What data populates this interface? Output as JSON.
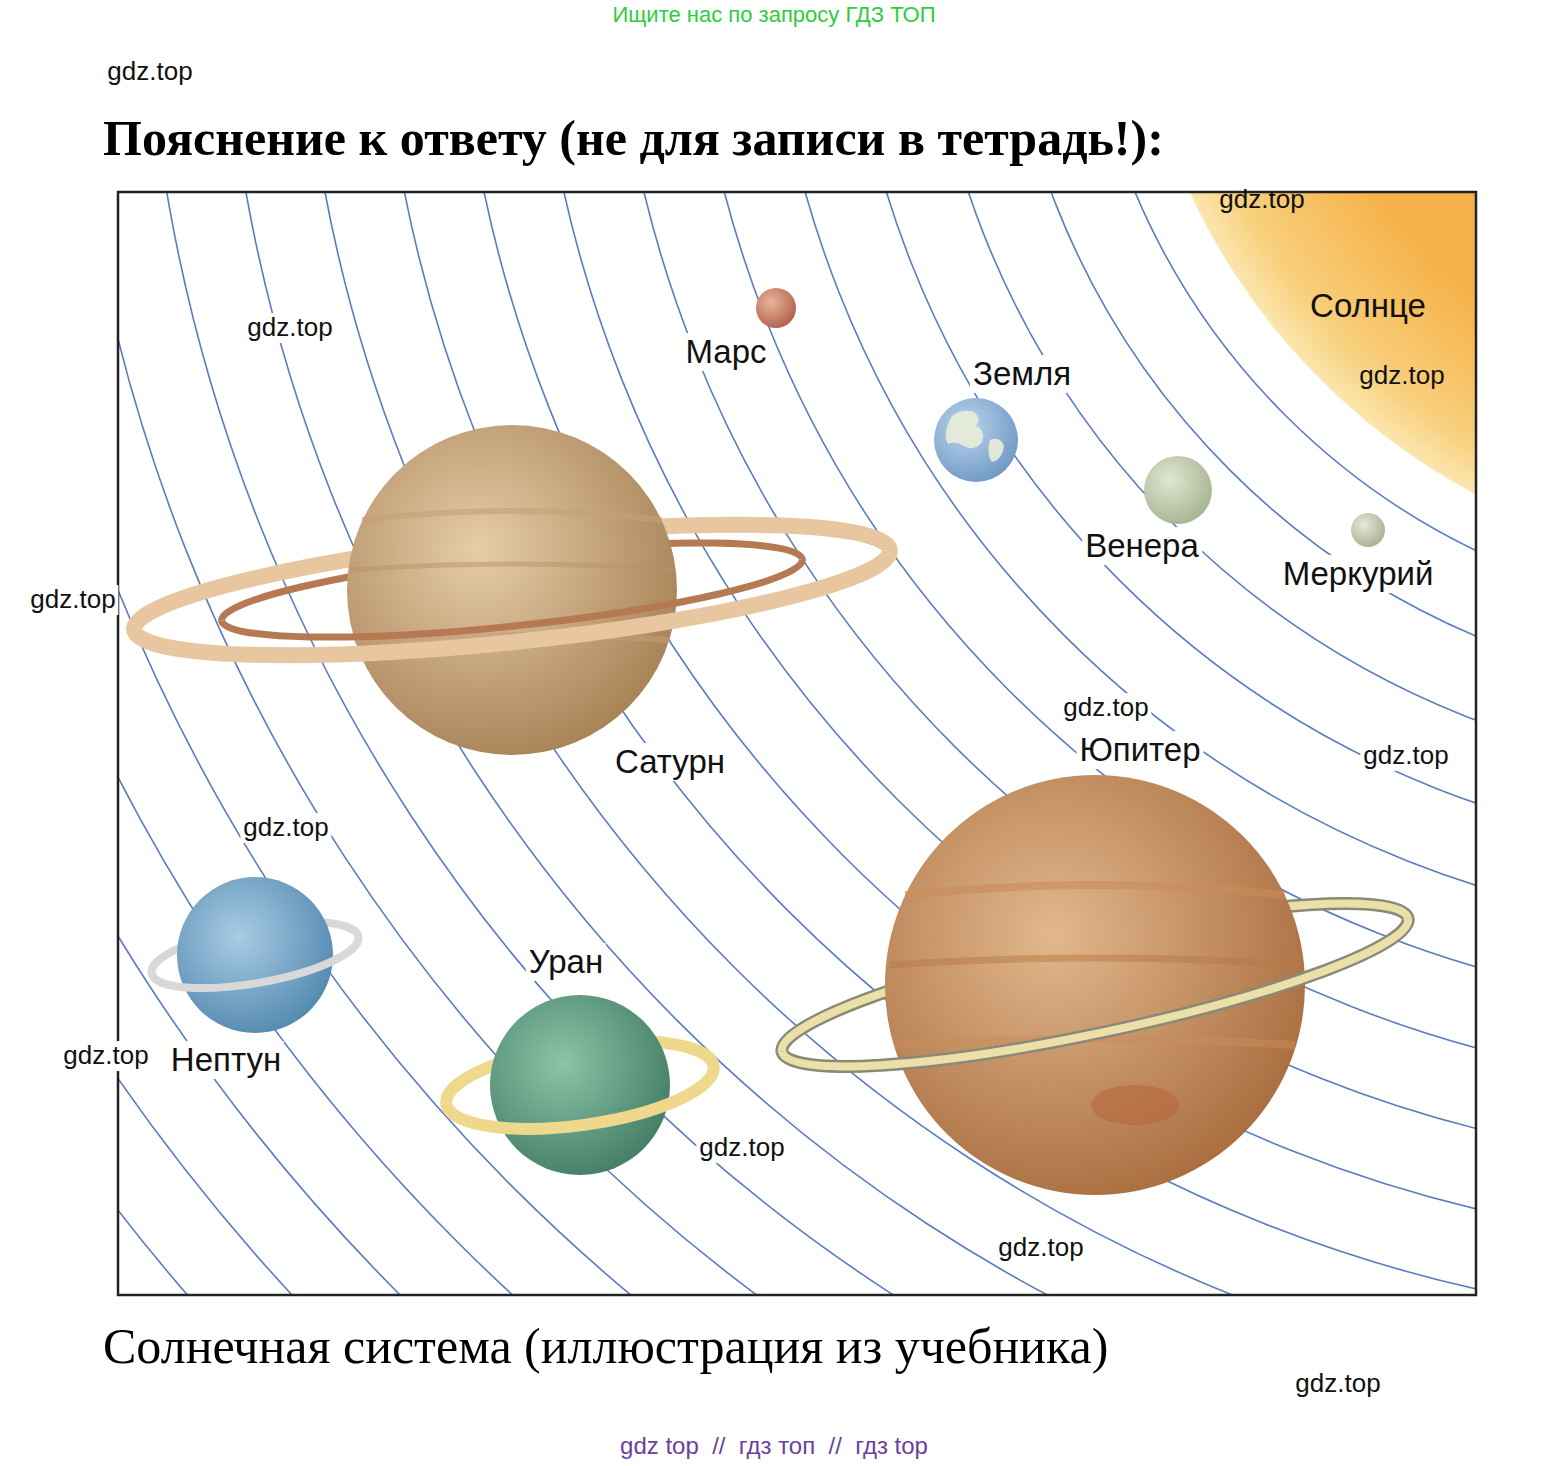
{
  "diagram": {
    "title": "Пояснение к ответу (не для записи в тетрадь!):",
    "caption": "Солнечная система (иллюстрация из учебника)",
    "labels": [
      "Ищите нас по запросу ГДЗ ТОП",
      "gdz.top",
      "gdz.top",
      "Солнце",
      "gdz.top",
      "Марс",
      "Земля",
      "gdz.top",
      "Венера",
      "Меркурий",
      "gdz.top",
      "gdz.top",
      "Юпитер",
      "gdz.top",
      "Сатурн",
      "gdz.top",
      "Уран",
      "gdz.top",
      "Нептун",
      "gdz.top",
      "gdz.top",
      "gdz.top",
      "gdz top  //  гдз топ  //  гдз top"
    ]
  }
}
